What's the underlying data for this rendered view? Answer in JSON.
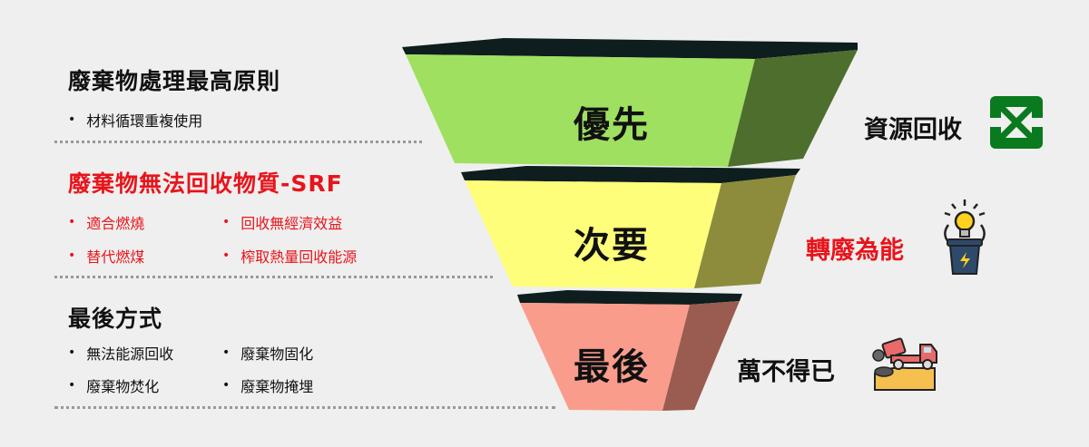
{
  "left": {
    "section1": {
      "title": "廢棄物處理最高原則",
      "bullets": [
        "材料循環重複使用"
      ]
    },
    "section2": {
      "title": "廢棄物無法回收物質-SRF",
      "bullets": [
        "適合燃燒",
        "回收無經濟效益",
        "替代燃煤",
        "榨取熱量回收能源"
      ]
    },
    "section3": {
      "title": "最後方式",
      "bullets": [
        "無法能源回收",
        "廢棄物固化",
        "廢棄物焚化",
        "廢棄物掩埋"
      ]
    }
  },
  "funnel": [
    {
      "label": "優先",
      "front": "#9fe060",
      "side": "#4e6e2e"
    },
    {
      "label": "次要",
      "front": "#fefe7a",
      "side": "#8d8c3c"
    },
    {
      "label": "最後",
      "front": "#fa9c8c",
      "side": "#9a5c50"
    }
  ],
  "right": [
    {
      "label": "資源回收",
      "icon": "recycle-icon"
    },
    {
      "label": "轉廢為能",
      "icon": "energy-bin-icon"
    },
    {
      "label": "萬不得已",
      "icon": "dump-truck-icon"
    }
  ],
  "colors": {
    "rim": "#0e1d1d",
    "red": "#e8141b",
    "recycle": "#0a7a1e"
  }
}
